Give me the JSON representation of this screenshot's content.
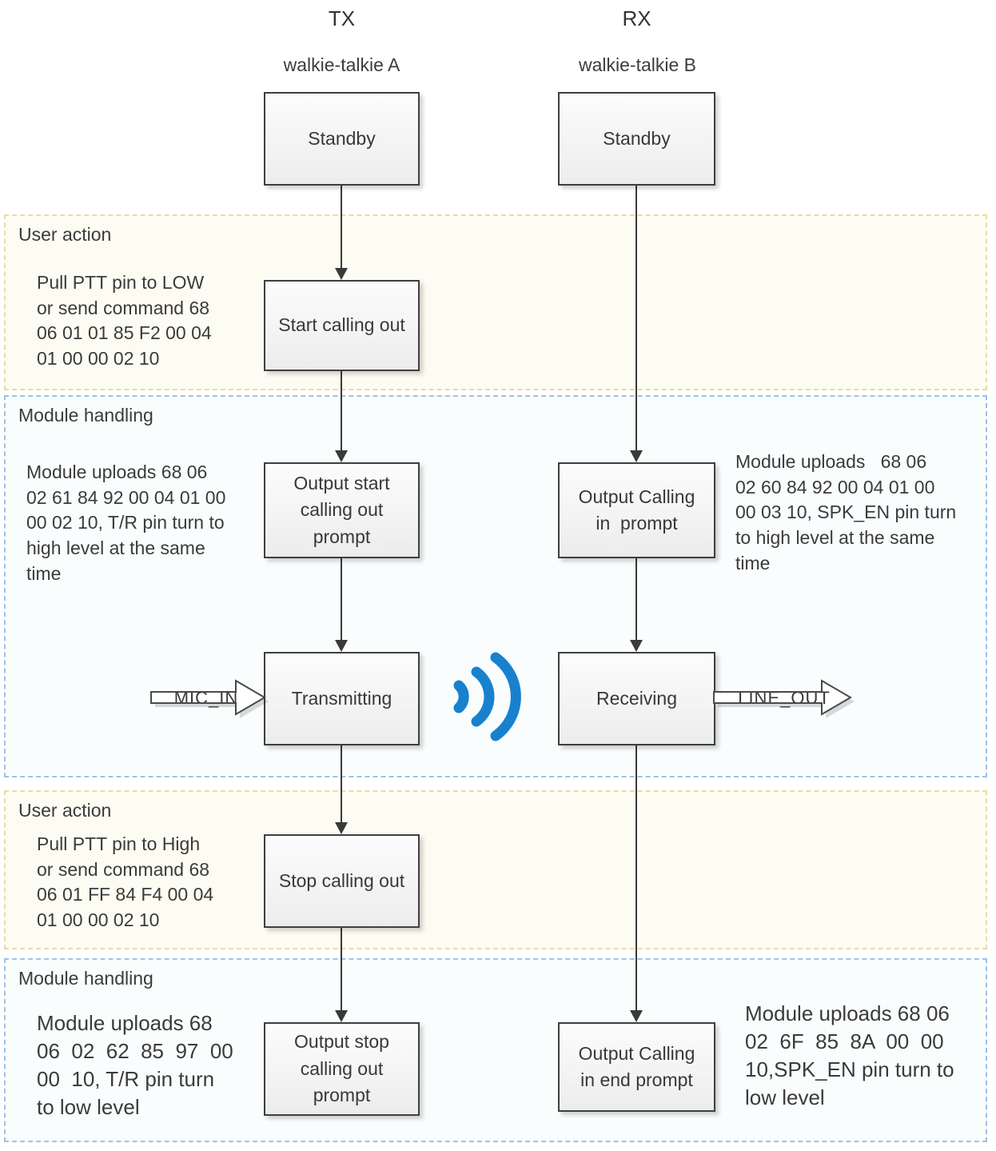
{
  "columns": {
    "tx": {
      "heading": "TX",
      "device": "walkie-talkie A"
    },
    "rx": {
      "heading": "RX",
      "device": "walkie-talkie B"
    }
  },
  "bands": {
    "user_action_1": {
      "label": "User action",
      "tx_note": "Pull PTT pin to LOW\nor send command 68\n06 01 01 85 F2 00 04\n01 00 00 02 10"
    },
    "module_handling_1": {
      "label": "Module handling",
      "tx_note": "Module uploads 68 06\n02 61 84 92 00 04 01 00\n00 02 10, T/R pin turn to\nhigh level at the same\ntime",
      "rx_note": "Module uploads   68 06\n02 60 84 92 00 04 01 00\n00 03 10, SPK_EN pin turn\nto high level at the same\ntime"
    },
    "user_action_2": {
      "label": "User action",
      "tx_note": "Pull PTT pin to High\nor send command 68\n06 01 FF 84 F4 00 04\n01 00 00 02 10"
    },
    "module_handling_2": {
      "label": "Module handling",
      "tx_note": "Module uploads 68\n06  02  62  85  97  00\n00  10, T/R pin turn\nto low level",
      "rx_note": "Module uploads 68 06\n02  6F  85  8A  00  00\n10,SPK_EN pin turn to\nlow level"
    }
  },
  "boxes": {
    "standby_tx": "Standby",
    "standby_rx": "Standby",
    "start_calling_out": "Start calling out",
    "output_start_prompt": "Output start\ncalling out\nprompt",
    "output_calling_in_prompt": "Output Calling\nin  prompt",
    "transmitting": "Transmitting",
    "receiving": "Receiving",
    "stop_calling_out": "Stop calling out",
    "output_stop_prompt": "Output stop\ncalling out\nprompt",
    "output_calling_in_end_prompt": "Output Calling\nin end prompt"
  },
  "signal_labels": {
    "mic_in": "MIC_IN",
    "line_out": "LINE_OUT"
  },
  "icons": {
    "radio_signal": "radio-waves"
  },
  "colors": {
    "signal_blue": "#1881ce",
    "user_band_border": "#e9dba6",
    "user_band_bg": "#fdfcf2",
    "module_band_border": "#9cc3e6",
    "module_band_bg": "#fafdfe",
    "box_border": "#3f3f3f",
    "text": "#3b3b3b"
  }
}
